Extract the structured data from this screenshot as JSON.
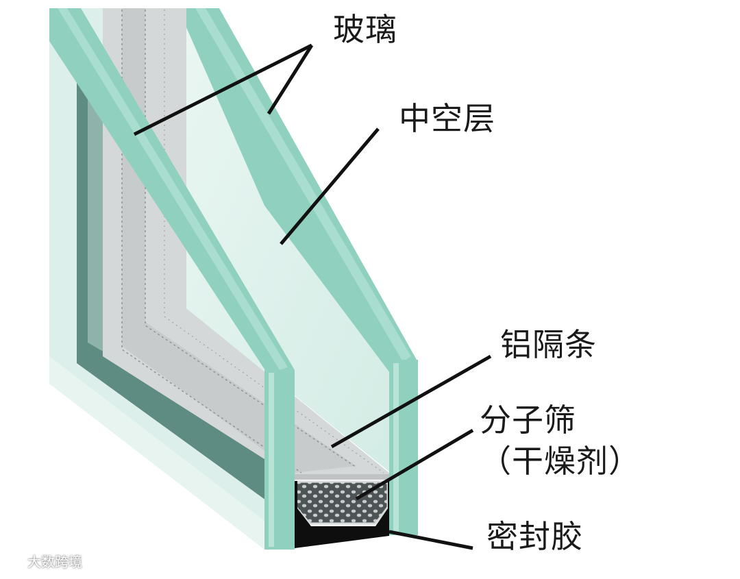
{
  "labels": {
    "glass": "玻璃",
    "air_layer": "中空层",
    "aluminum_spacer": "铝隔条",
    "molecular_sieve": "分子筛",
    "desiccant": "（干燥剂）",
    "sealant": "密封胶"
  },
  "watermark": {
    "text": "大数跨境",
    "icon": "watermark-logo-icon"
  },
  "colors": {
    "glass_edge": "#8fd0bf",
    "glass_face": "#d9efe9",
    "glass_dark": "#5f8f84",
    "spacer": "#d3d6d6",
    "sieve": "#4f5658",
    "sealant": "#0e0e0e",
    "text": "#1a1a1a"
  }
}
